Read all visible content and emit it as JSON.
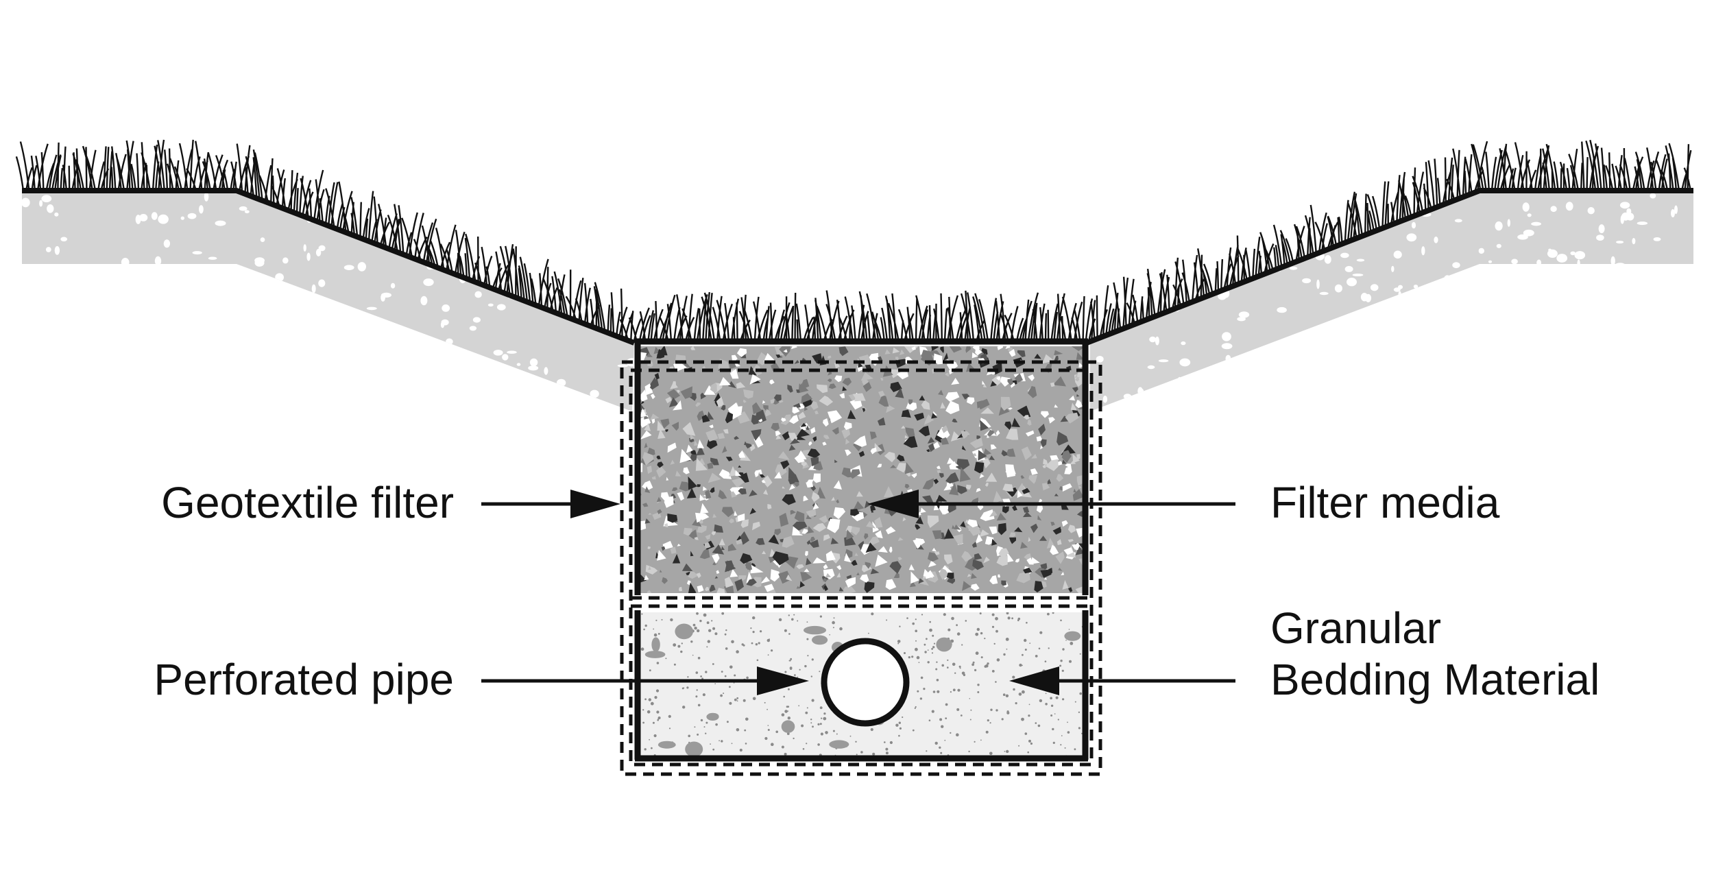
{
  "labels": {
    "geotextile": "Geotextile filter",
    "perforated_pipe": "Perforated pipe",
    "filter_media": "Filter media",
    "granular_line1": "Granular",
    "granular_line2": "Bedding Material"
  },
  "colors": {
    "ground": "#d4d4d4",
    "filter_media": "#a6a6a6",
    "bedding": "#efefef",
    "line": "#111111",
    "background": "#ffffff"
  }
}
